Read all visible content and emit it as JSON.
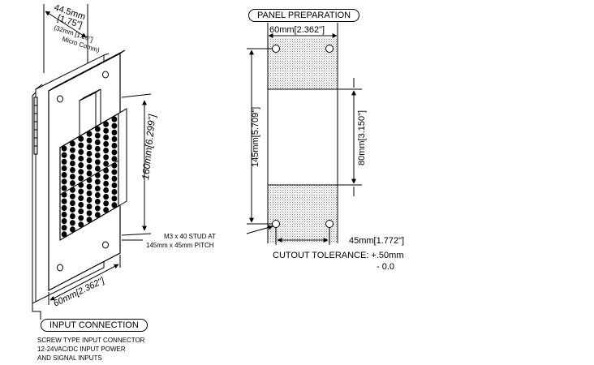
{
  "left_view": {
    "depth_dim": "44.5mm",
    "depth_dim_in": "[1.75\"]",
    "micro_depth": "(32mm [1.26\"]",
    "micro_label": "Micro Comm)",
    "height_dim": "160mm[6.299\"]",
    "width_dim": "60mm[2.362\"]"
  },
  "stud_note": {
    "line1": "M3 x 40 STUD AT",
    "line2": "145mm x 45mm PITCH"
  },
  "input_connection": {
    "title": "INPUT CONNECTION",
    "line1": "SCREW TYPE INPUT CONNECTOR",
    "line2": "12-24VAC/DC INPUT POWER",
    "line3": "AND SIGNAL INPUTS"
  },
  "panel_prep": {
    "title": "PANEL PREPARATION",
    "width_dim": "60mm[2.362\"]",
    "stud_pitch_dim": "145mm[5.709\"]",
    "cutout_dim": "80mm[3.150\"]",
    "horizontal_pitch_dim": "45mm[1.772\"]",
    "tolerance_line1": "CUTOUT TOLERANCE: +.50mm",
    "tolerance_line2": "- 0.0"
  }
}
